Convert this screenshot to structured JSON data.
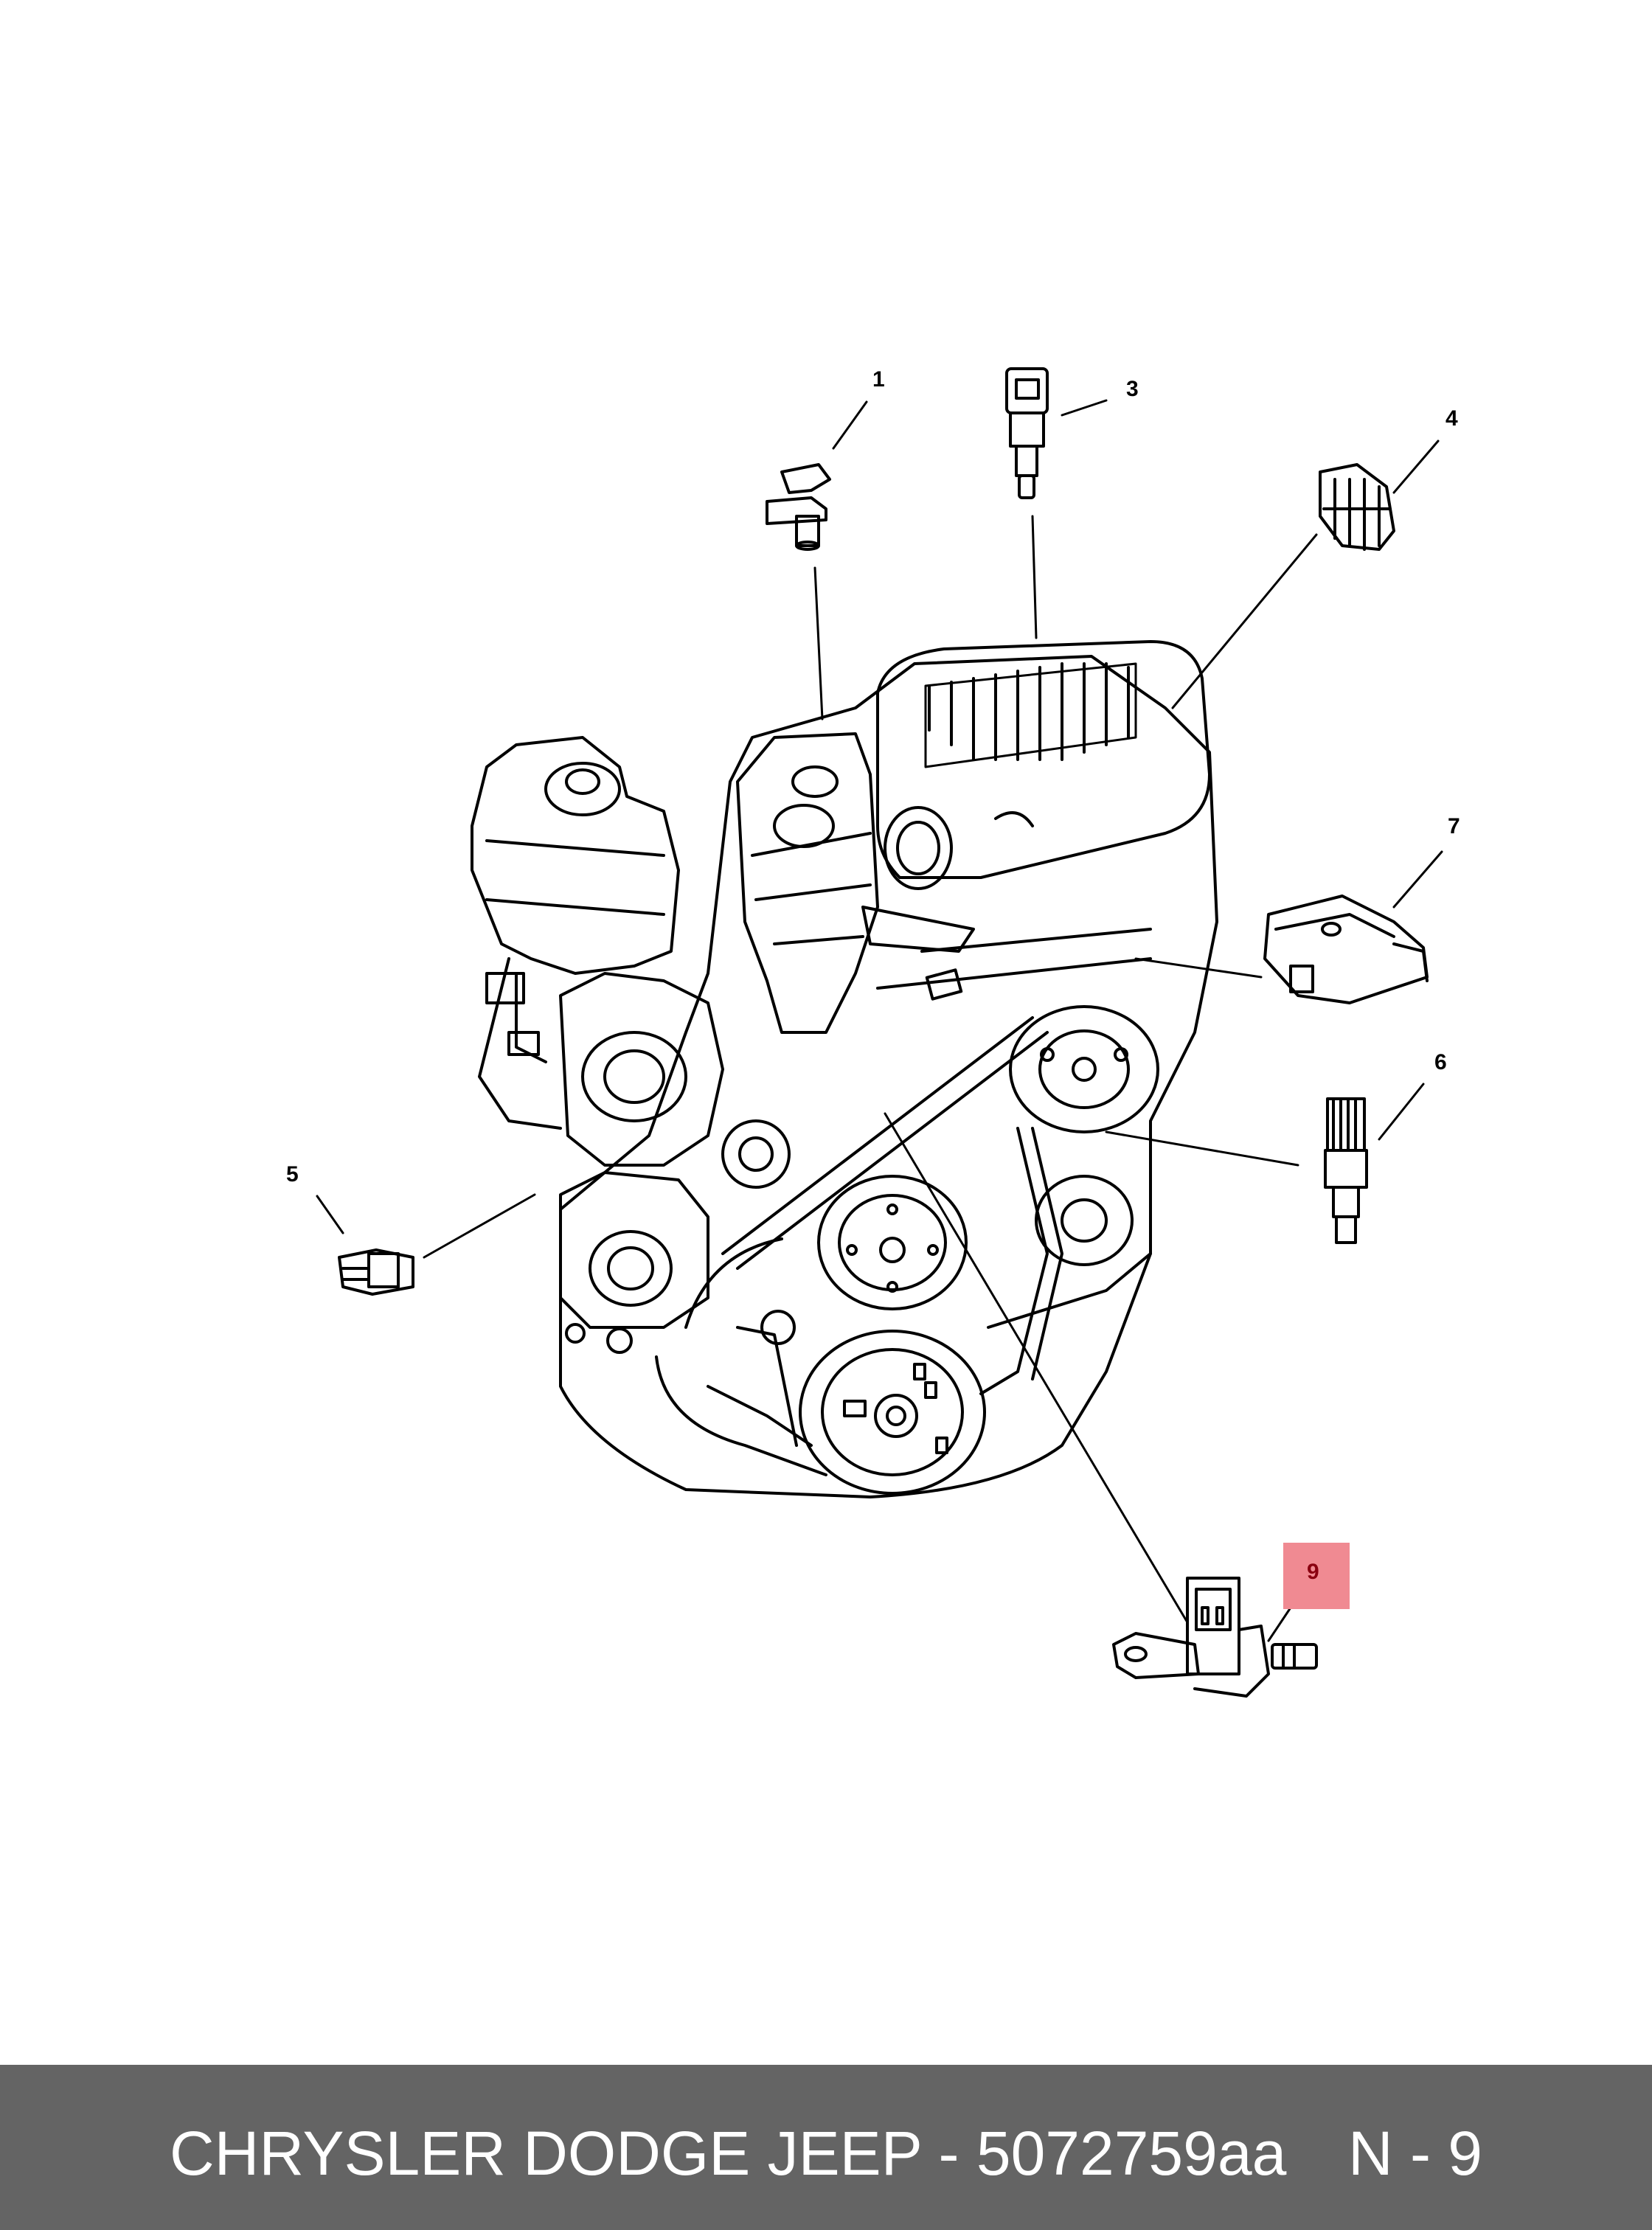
{
  "callouts": {
    "c1": "1",
    "c3": "3",
    "c4": "4",
    "c5": "5",
    "c6": "6",
    "c7": "7",
    "c9": "9"
  },
  "highlight_color": "#f08a92",
  "footer": {
    "title": "CHRYSLER DODGE JEEP - 5072759aa",
    "ref": "N - 9",
    "background": "#646464"
  }
}
